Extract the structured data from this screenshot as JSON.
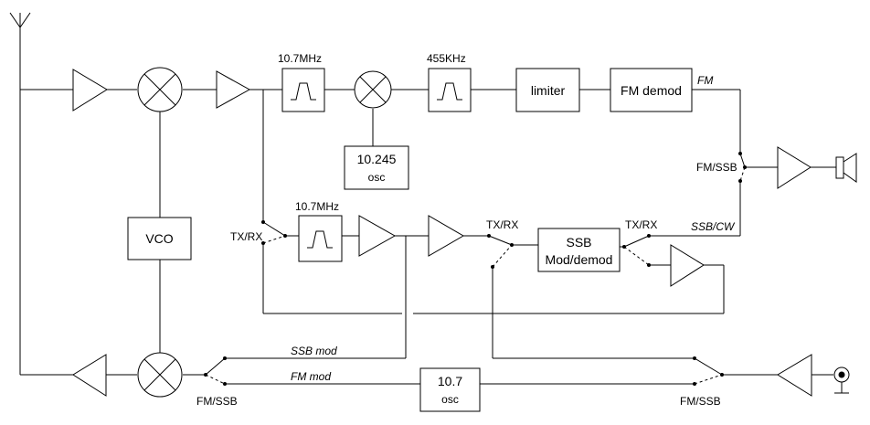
{
  "blocks": {
    "filter_1st": "10.7MHz",
    "filter_2nd": "455KHz",
    "limiter": "limiter",
    "fm_demod": "FM demod",
    "osc_10245_value": "10.245",
    "osc_10245_unit": "osc",
    "vco": "VCO",
    "tx_filter": "10.7MHz",
    "ssb_line1": "SSB",
    "ssb_line2": "Mod/demod",
    "osc_107_value": "10.7",
    "osc_107_unit": "osc"
  },
  "switches": {
    "fm_ssb_audio": "FM/SSB",
    "txrx_left": "TX/RX",
    "txrx_mid": "TX/RX",
    "txrx_right": "TX/RX",
    "fm_ssb_bottom_left": "FM/SSB",
    "fm_ssb_bottom_right": "FM/SSB"
  },
  "signals": {
    "fm": "FM",
    "ssb_cw": "SSB/CW",
    "ssb_mod": "SSB mod",
    "fm_mod": "FM mod"
  }
}
